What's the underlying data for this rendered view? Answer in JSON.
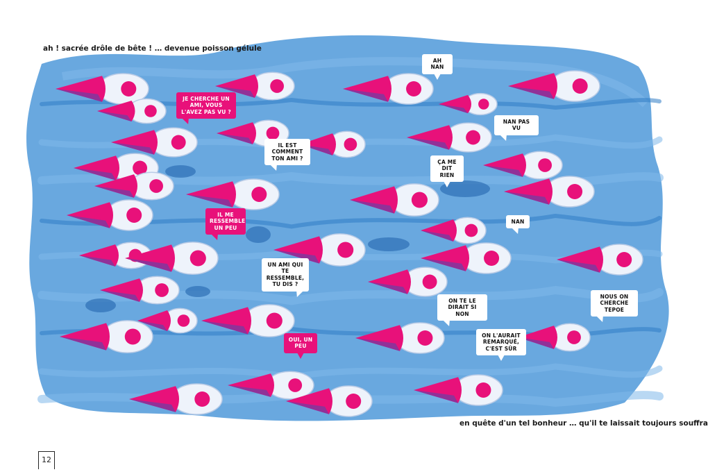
{
  "captions": {
    "top": "ah ! sacrée drôle de bête ! … devenue poisson gélule",
    "bottom": "en quête d'un tel bonheur … qu'il te laissait toujours souffrante"
  },
  "bubbles": {
    "b1": "JE CHERCHE UN AMI, VOUS L'AVEZ PAS VU ?",
    "b2": "IL EST COMMENT TON AMI ?",
    "b3": "IL ME RESSEMBLE UN PEU",
    "b4": "UN AMI QUI TE RESSEMBLE, TU DIS ?",
    "b5": "OUI, UN PEU",
    "b6": "AH NAN",
    "b7": "NAN PAS VU",
    "b8": "ÇA ME DIT RIEN",
    "b9": "NAN",
    "b10": "ON TE LE DIRAIT SI NON",
    "b11": "ON L'AURAIT REMARQUÉ, C'EST SÛR",
    "b12": "NOUS ON CHERCHE TEPOE"
  },
  "page_number": "12",
  "colors": {
    "water": "#3f8fd6",
    "water_light": "#7fb8ea",
    "fish_pink": "#e8117a",
    "fish_purple": "#7a3aa0",
    "fish_body": "#eef3fb"
  }
}
